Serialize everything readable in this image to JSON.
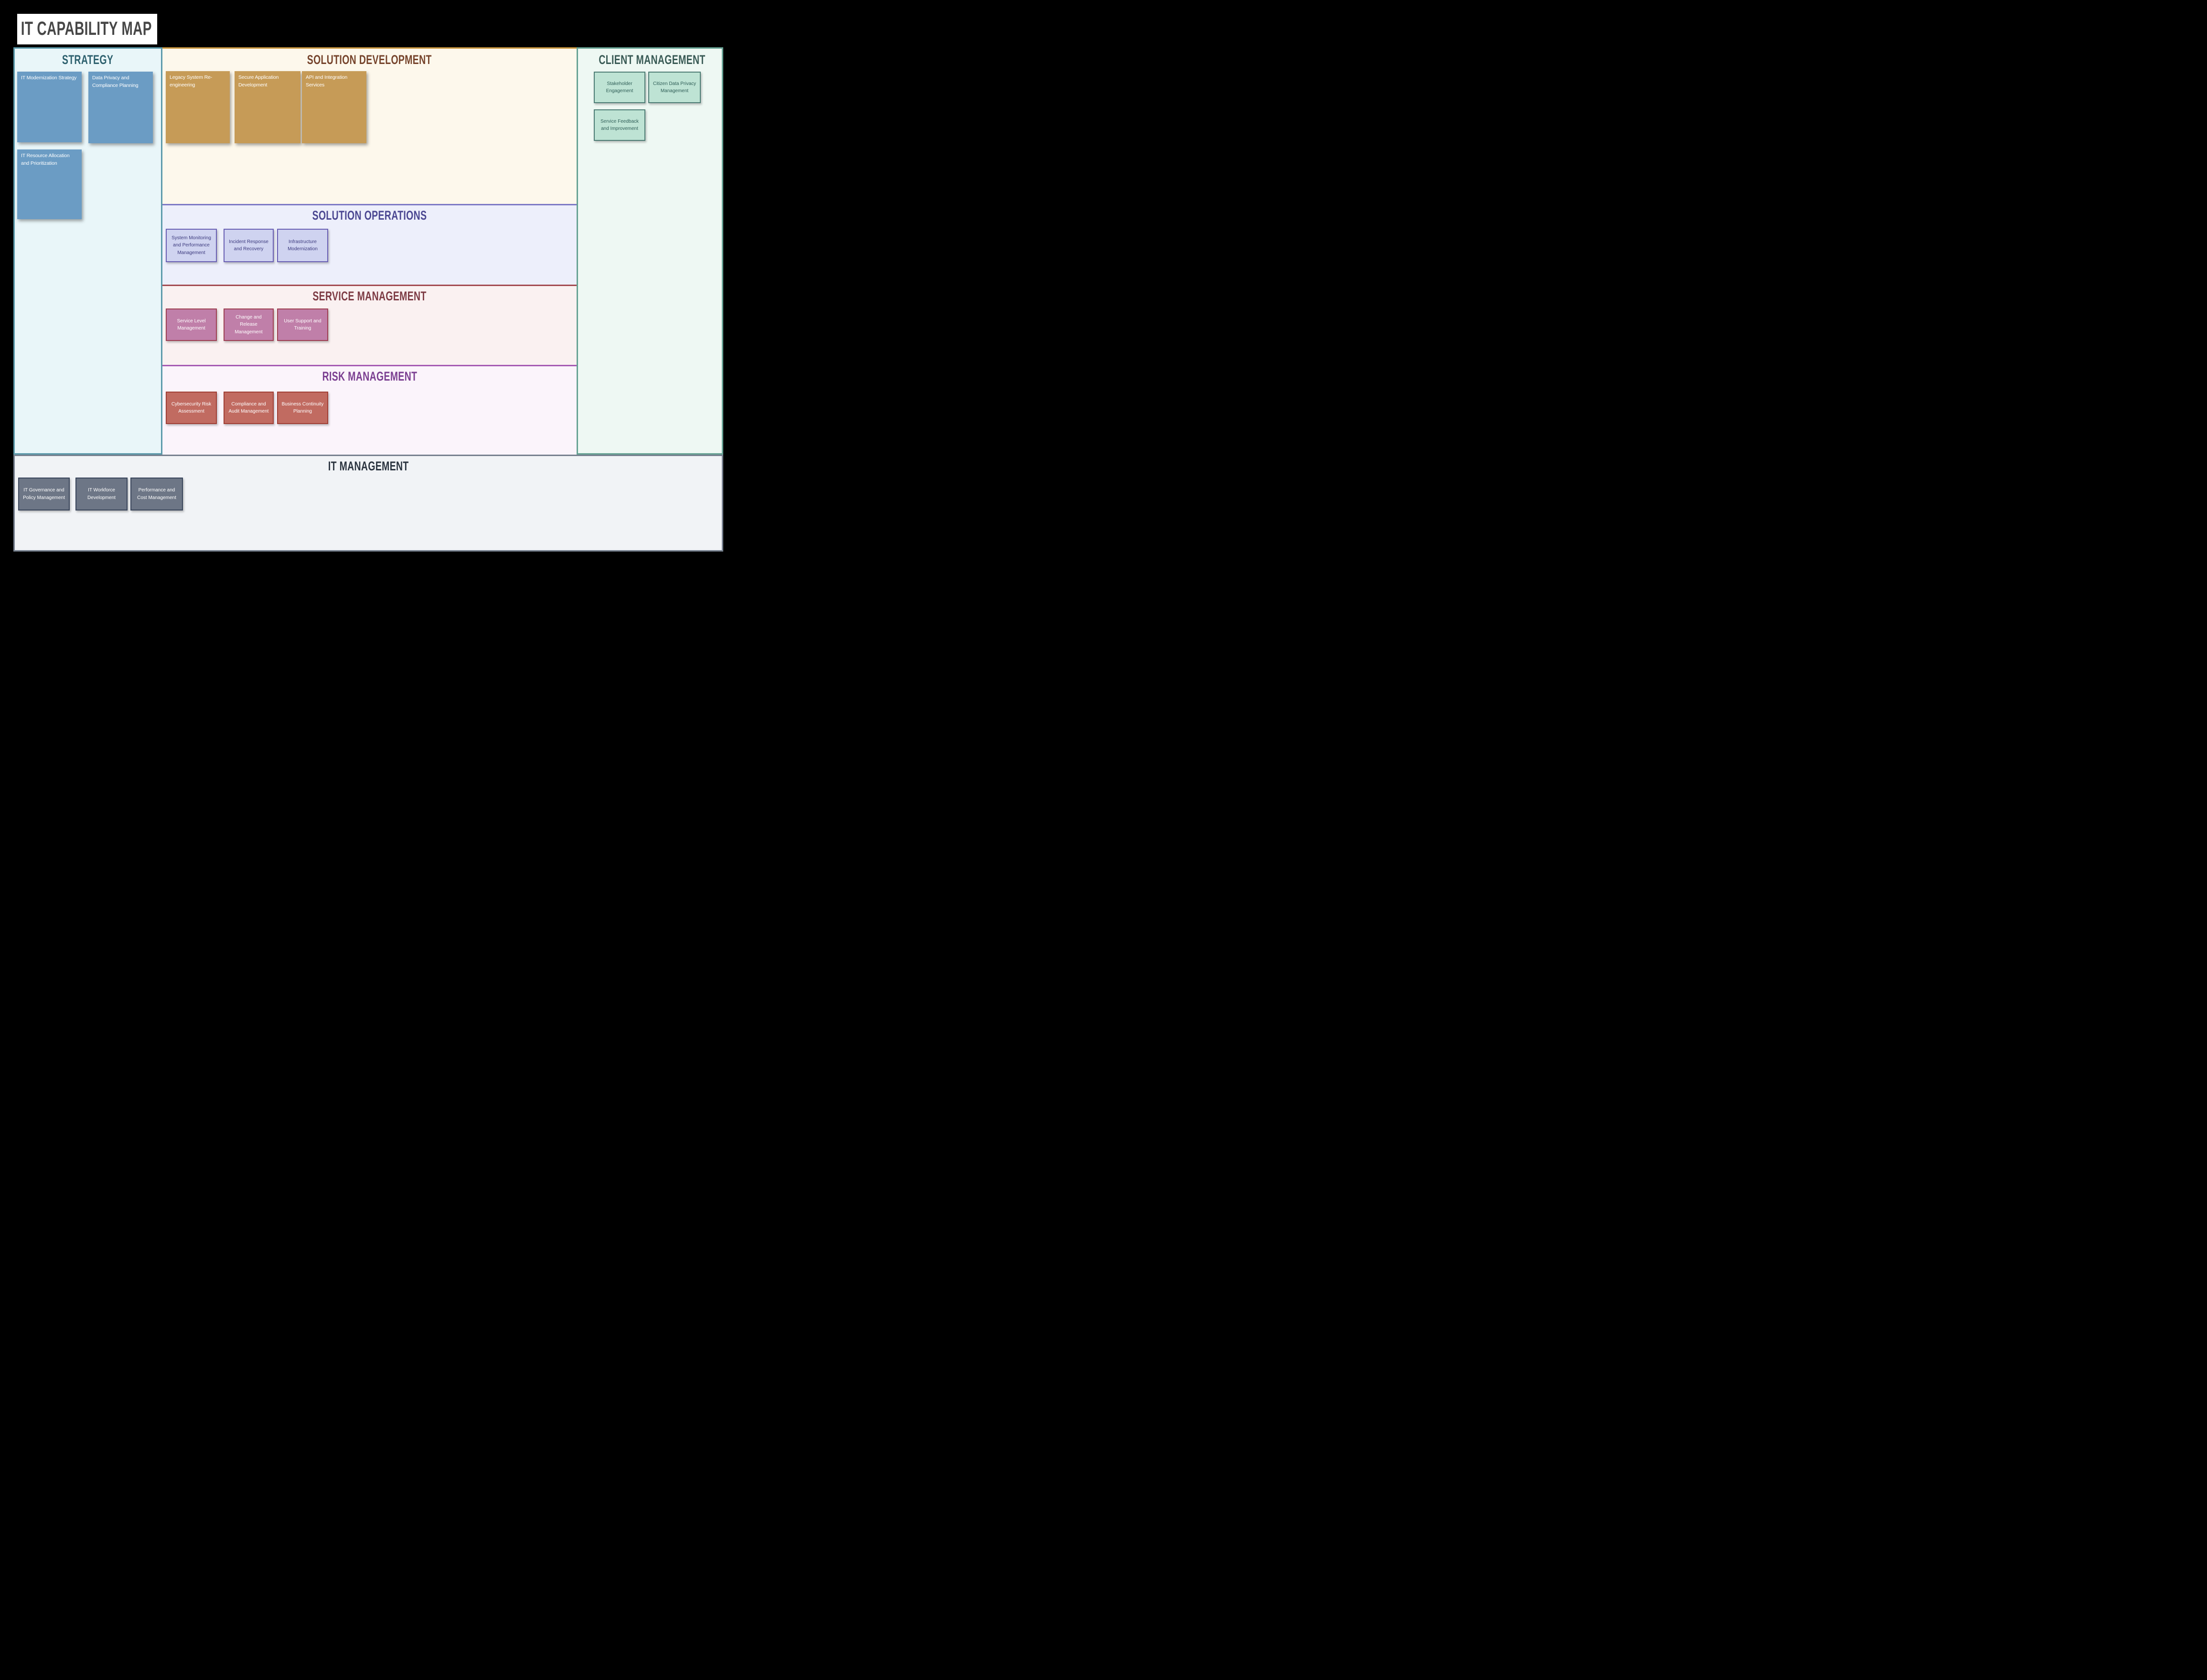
{
  "title": "IT CAPABILITY MAP",
  "sections": {
    "strategy": {
      "title": "STRATEGY",
      "theme": {
        "bg": "#e9f6f9",
        "border": "#5c9aab",
        "header_text": "#2d606e",
        "card_bg": "#6b9cc4",
        "card_text": "#ffffff"
      },
      "cards": [
        "IT Modernization Strategy",
        "Data Privacy and Compliance Planning",
        "IT Resource Allocation and Prioritization"
      ]
    },
    "solution_development": {
      "title": "SOLUTION DEVELOPMENT",
      "theme": {
        "bg": "#fdf8ec",
        "border": "#c9973f",
        "header_text": "#75432b",
        "card_bg": "#c69b57",
        "card_text": "#ffffff"
      },
      "cards": [
        "Legacy System Re-engineering",
        "Secure Application Development",
        "API and Integration Services"
      ]
    },
    "solution_operations": {
      "title": "SOLUTION OPERATIONS",
      "theme": {
        "bg": "#edeffb",
        "border": "#7d79c5",
        "header_text": "#4b4791",
        "card_bg": "#cfd3f0",
        "card_border": "#6a60b4",
        "card_text": "#3c3a7e"
      },
      "cards": [
        "System Monitoring and Performance Management",
        "Incident Response and Recovery",
        "Infrastructure Modernization"
      ]
    },
    "service_management": {
      "title": "SERVICE MANAGEMENT",
      "theme": {
        "bg": "#faf1f1",
        "border": "#a34a50",
        "header_text": "#7d3b44",
        "card_bg": "#c07fa9",
        "card_border": "#9e4053",
        "card_text": "#ffffff"
      },
      "cards": [
        "Service Level Management",
        "Change and Release Management",
        "User Support and Training"
      ]
    },
    "risk_management": {
      "title": "RISK MANAGEMENT",
      "theme": {
        "bg": "#fbf4fb",
        "border": "#a55ab3",
        "header_text": "#7b3f91",
        "card_bg": "#c16b61",
        "card_border": "#a03f35",
        "card_text": "#ffffff"
      },
      "cards": [
        "Cybersecurity Risk Assessment",
        "Compliance and Audit Management",
        "Business Continuity Planning"
      ]
    },
    "client_management": {
      "title": "CLIENT MANAGEMENT",
      "theme": {
        "bg": "#eef8f3",
        "border": "#67a294",
        "header_text": "#395a55",
        "card_bg": "#bee3d4",
        "card_border": "#4e7d75",
        "card_text": "#2f5e57"
      },
      "cards": [
        "Stakeholder Engagement",
        "Citizen Data Privacy Management",
        "Service Feedback and Improvement"
      ]
    },
    "it_management": {
      "title": "IT MANAGEMENT",
      "theme": {
        "bg": "#f1f3f6",
        "border": "#76808e",
        "header_text": "#2a333f",
        "card_bg": "#6d7686",
        "card_border": "#39455b",
        "card_text": "#ffffff"
      },
      "cards": [
        "IT Governance and Policy Management",
        "IT Workforce Development",
        "Performance and Cost Management"
      ]
    }
  },
  "page": {
    "background": "#000000",
    "title_box_bg": "#ffffff",
    "title_text_color": "#474747"
  }
}
